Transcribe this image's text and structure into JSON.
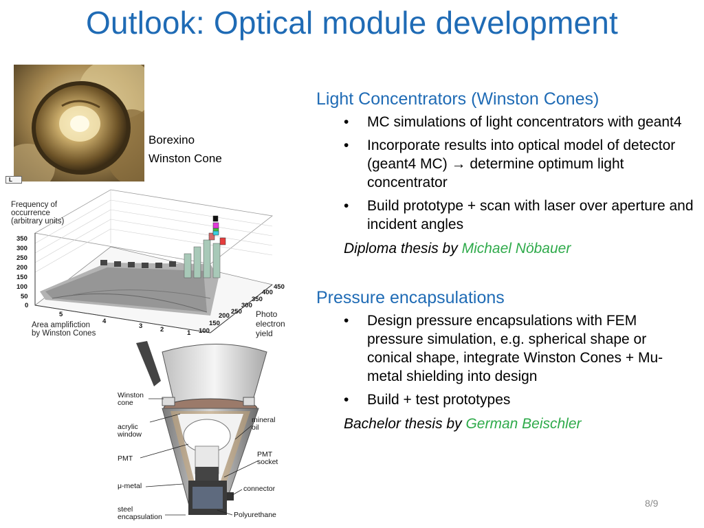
{
  "title": "Outlook: Optical module development",
  "photo": {
    "caption_line1": "Borexino",
    "caption_line2": "Winston Cone",
    "corner_tag": "L"
  },
  "histogram": {
    "z_label": [
      "Frequency of",
      "occurrence",
      "(arbitrary units)"
    ],
    "z_ticks": [
      "350",
      "300",
      "250",
      "200",
      "150",
      "100",
      "50",
      "0"
    ],
    "x_label": [
      "Area amplifiction",
      "by Winston Cones"
    ],
    "x_ticks": [
      "5",
      "4",
      "3",
      "2",
      "1"
    ],
    "y_label": [
      "Photo",
      "electron",
      "yield"
    ],
    "y_ticks": [
      "100",
      "150",
      "200",
      "250",
      "300",
      "350",
      "400",
      "450"
    ]
  },
  "schematic": {
    "labels": {
      "winston_cone": [
        "Winston",
        "cone"
      ],
      "acrylic_window": [
        "acrylic",
        "window"
      ],
      "pmt": "PMT",
      "mu_metal": "μ-metal",
      "steel_encapsulation": [
        "steel",
        "encapsulation"
      ],
      "mineral_oil": [
        "mineral",
        "oil"
      ],
      "pmt_socket": [
        "PMT",
        "socket"
      ],
      "connector": "connector",
      "polyurethane": "Polyurethane"
    }
  },
  "sections": [
    {
      "heading": "Light Concentrators (Winston Cones)",
      "bullets": [
        "MC simulations of light concentrators with geant4",
        "Incorporate results into optical model of detector (geant4 MC) → determine optimum light concentrator",
        "Build prototype + scan with laser over aperture and incident angles"
      ],
      "thesis_prefix": "Diploma thesis by ",
      "thesis_name": "Michael Nöbauer"
    },
    {
      "heading": "Pressure encapsulations",
      "bullets": [
        "Design pressure encapsulations with FEM pressure simulation, e.g. spherical shape or conical shape, integrate Winston Cones + Mu-metal shielding into design",
        "Build + test prototypes"
      ],
      "thesis_prefix": "Bachelor thesis by ",
      "thesis_name": "German Beischler"
    }
  ],
  "bullet_char": "•",
  "page_number": "8/9",
  "colors": {
    "heading": "#1f6bb5",
    "name": "#2eaa4a"
  }
}
